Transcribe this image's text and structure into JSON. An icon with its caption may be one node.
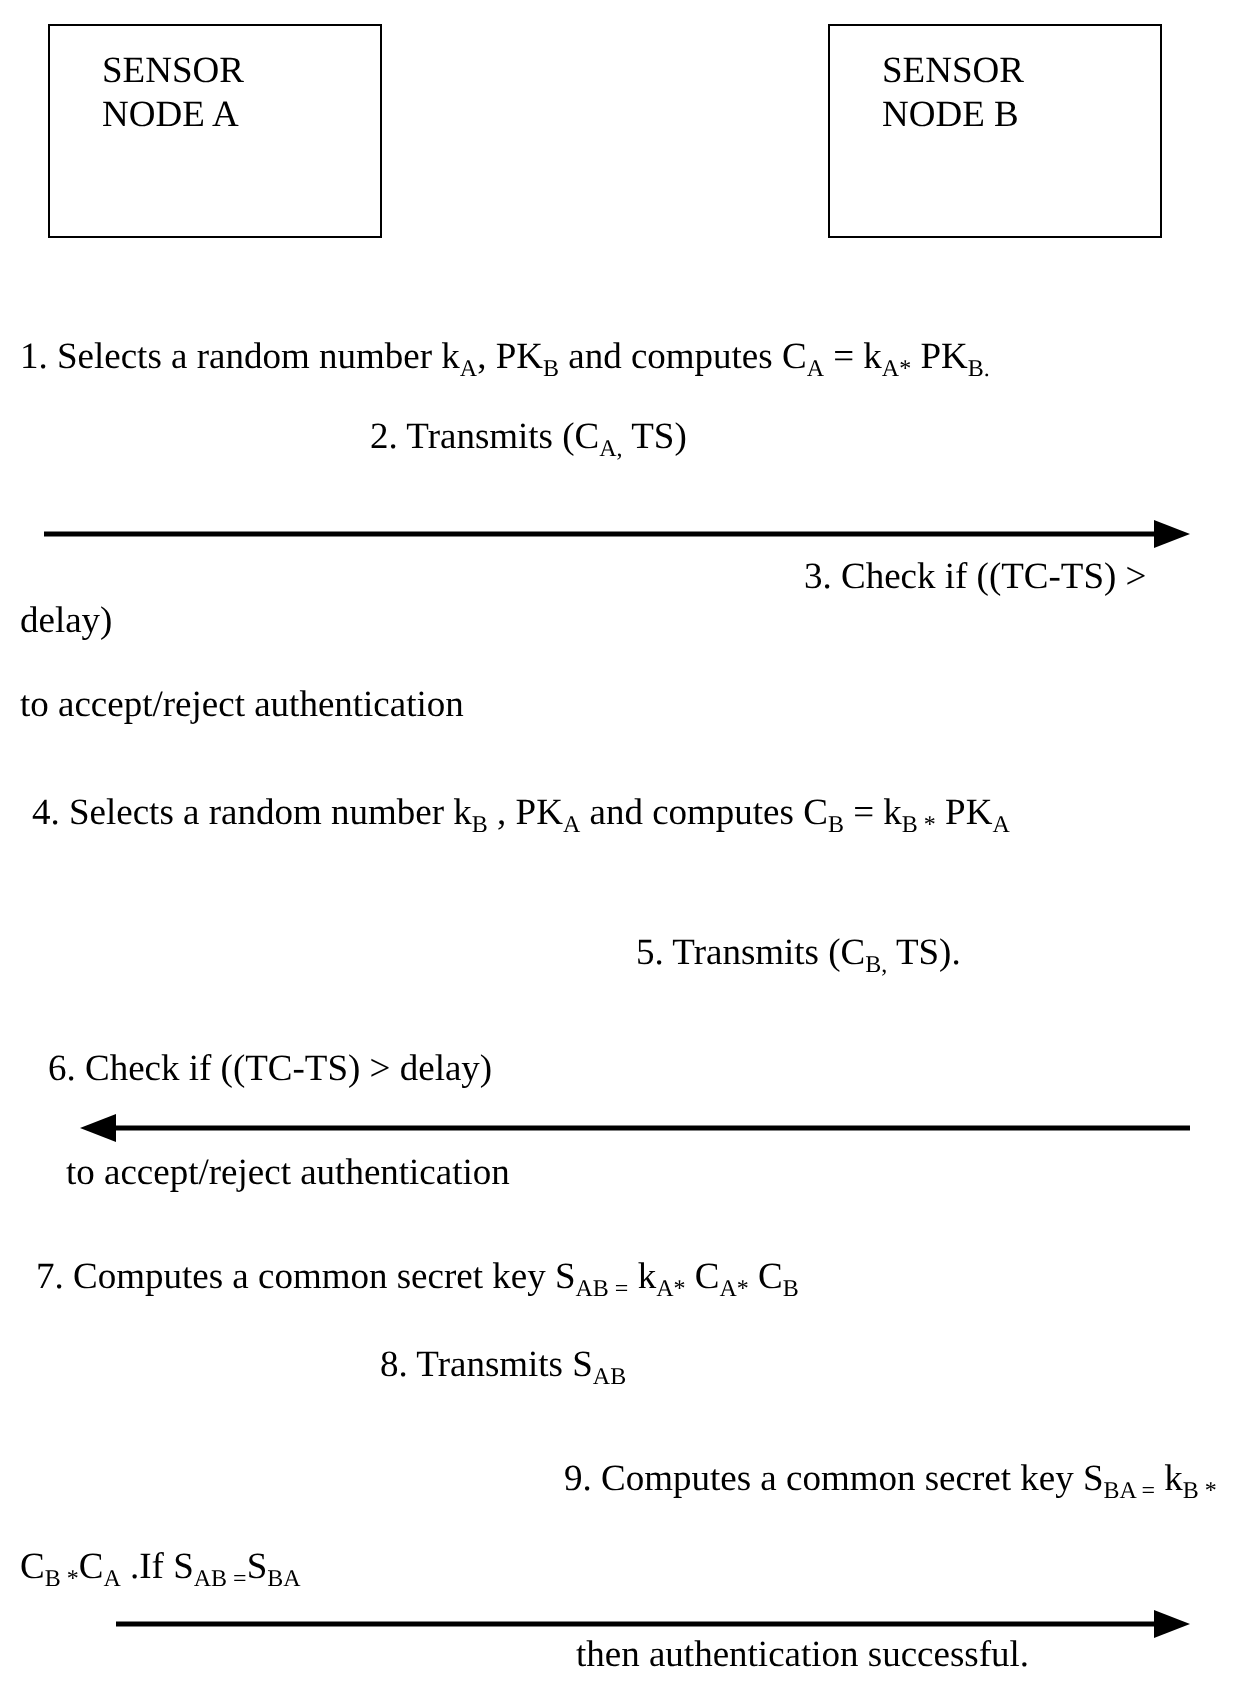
{
  "diagram": {
    "nodes": [
      {
        "text": [
          "SENSOR NODE A"
        ]
      },
      {
        "text": [
          "SENSOR NODE B"
        ]
      }
    ],
    "labels": [
      "1. Selects a random number k$_{A}$, PK$_{B}$ and computes C$_{A}$ = k$_{A*}$ PK$_{B.}$",
      "2. Transmits (C$_{A,}$ TS)",
      "3. Check if ((TC-TS) > delay)",
      "to accept/reject authentication",
      "4. Selects a random number k$_{B}$ , PK$_{A}$ and computes C$_{B}$ = k$_{B *}$ PK$_{A}$",
      "5. Transmits (C$_{B,}$ TS).",
      "6. Check if ((TC-TS) > delay)",
      "to accept/reject authentication",
      "7. Computes a common secret key S$_{AB =}$ k$_{A*}$ C$_{A*}$ C$_{B}$",
      "8. Transmits S$_{AB}$",
      "9. Computes a common secret key S$_{BA =}$ k$_{B *}$ C$_{B *}$C$_{A}$ .If S$_{AB =}$S$_{BA}$",
      "then authentication successful."
    ]
  }
}
